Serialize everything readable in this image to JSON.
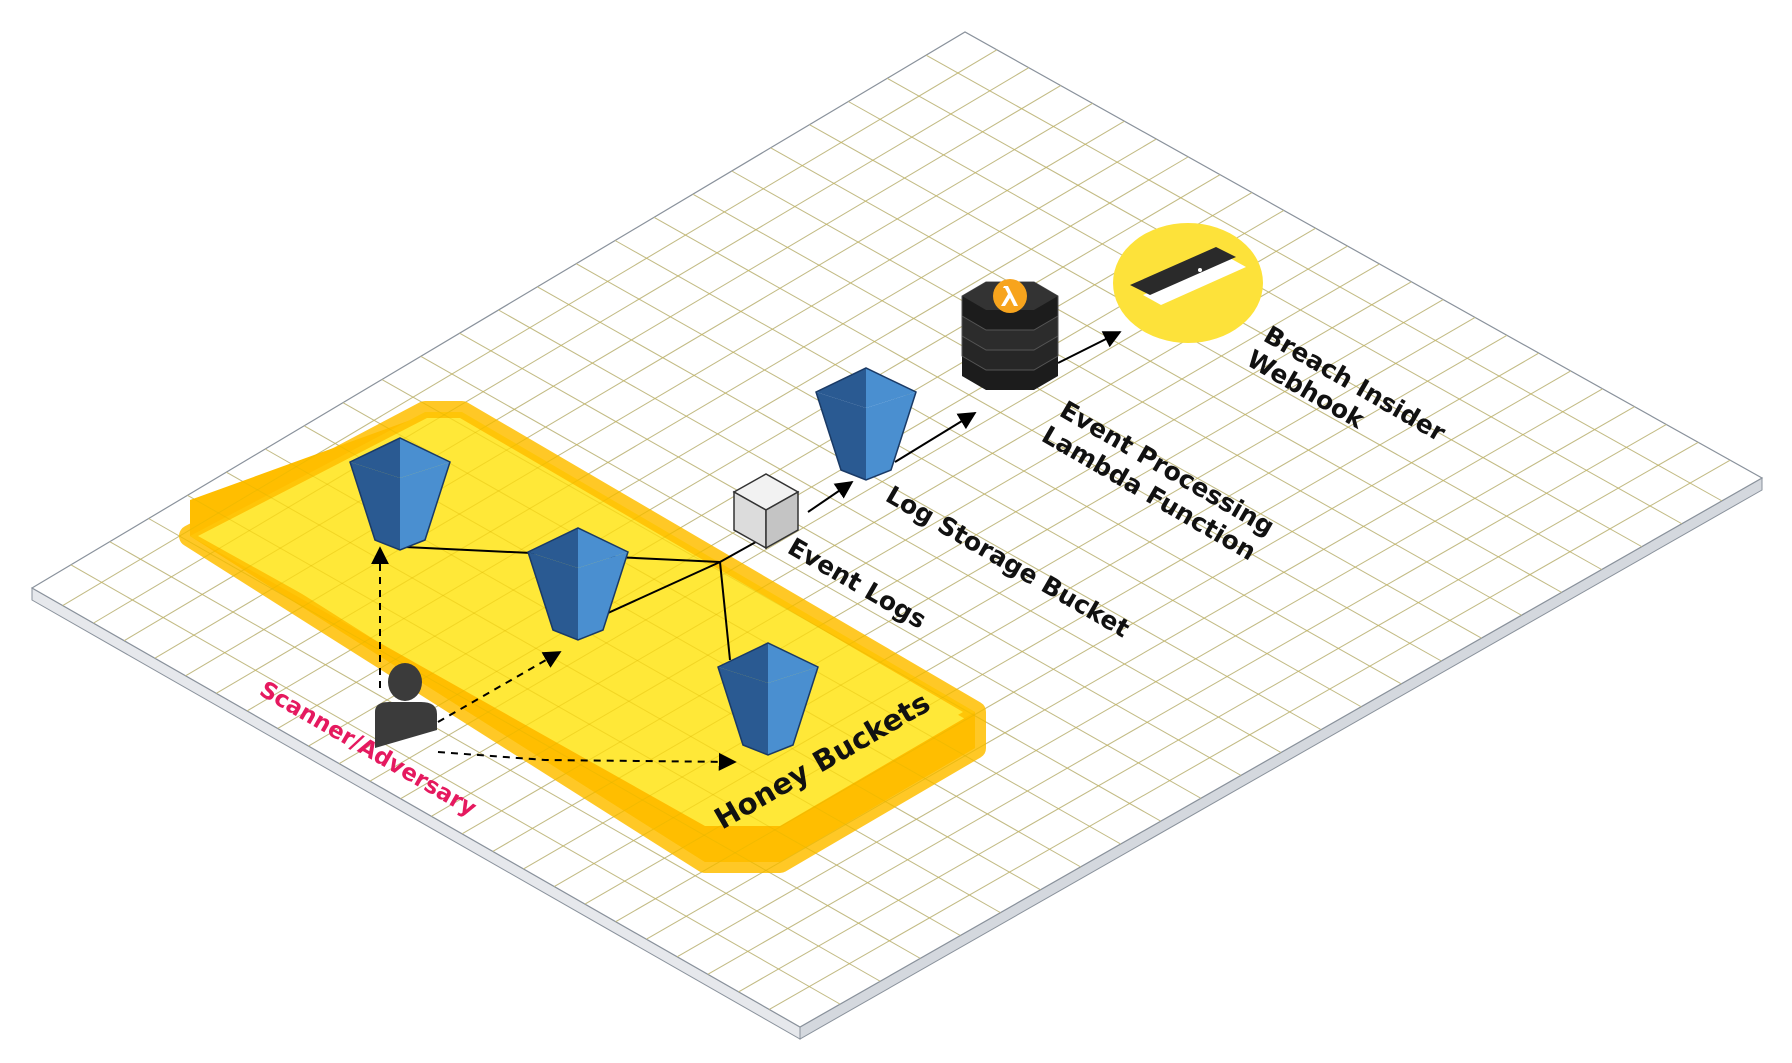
{
  "labels": {
    "event_logs": "Event Logs",
    "log_storage": "Log Storage Bucket",
    "lambda_line1": "Event Processing",
    "lambda_line2": "Lambda Function",
    "webhook_line1": "Breach Insider",
    "webhook_line2": "Webhook",
    "honey_buckets": "Honey Buckets",
    "adversary": "Scanner/Adversary"
  },
  "icons": {
    "bucket": "s3-bucket-icon",
    "event_logs": "cube-icon",
    "lambda": "lambda-icon",
    "webhook": "webhook-door-icon",
    "adversary": "user-icon"
  },
  "colors": {
    "bucket_light": "#4a8fd0",
    "bucket_dark": "#2a5a92",
    "zone_yellow": "#ffe838",
    "zone_orange": "#ffbe00",
    "adversary_label": "#e5195f",
    "lambda_black": "#1c1c1c",
    "lambda_orange": "#f7a41d",
    "webhook_yellow": "#fde23a"
  }
}
